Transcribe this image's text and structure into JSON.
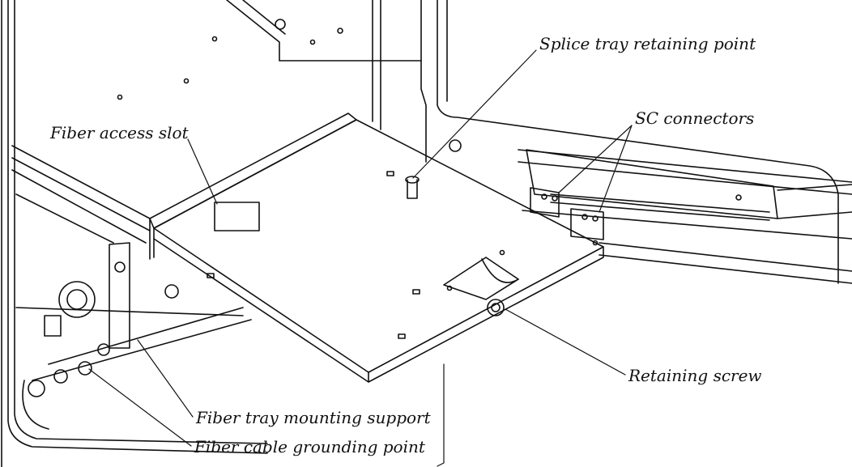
{
  "labels": {
    "splice_tray_retaining_point": "Splice tray retaining point",
    "sc_connectors": "SC connectors",
    "fiber_access_slot": "Fiber access slot",
    "retaining_screw": "Retaining screw",
    "fiber_tray_mounting_support": "Fiber tray mounting support",
    "fiber_cable_grounding_point": "Fiber cable grounding point"
  },
  "colors": {
    "line": "#111111",
    "background": "#ffffff"
  }
}
